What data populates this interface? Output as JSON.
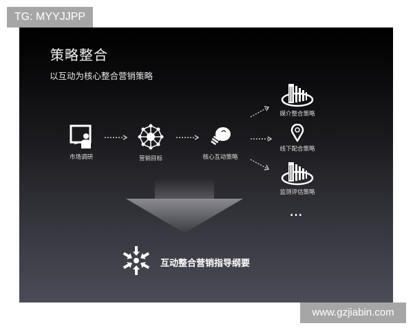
{
  "watermark_top": "TG: MYYJJPP",
  "watermark_bottom": "www.gzjiabin.com",
  "slide": {
    "title": "策略整合",
    "subtitle": "以互动为核心整合营销策略",
    "flow": [
      {
        "label": "市场调研",
        "icon": "presentation-teacher-icon"
      },
      {
        "label": "营销目标",
        "icon": "network-hub-icon"
      },
      {
        "label": "核心互动策略",
        "icon": "lightbulb-icon"
      }
    ],
    "branches": [
      {
        "label": "媒介整合策略",
        "icon": "media-buildings-icon"
      },
      {
        "label": "线下配合策略",
        "icon": "location-pin-icon"
      },
      {
        "label": "监测评估策略",
        "icon": "media-buildings-icon"
      }
    ],
    "more": "...",
    "result": "互动整合营销指导纲要"
  },
  "colors": {
    "slide_top": "#000000",
    "slide_bottom": "#4c4c58",
    "text": "#ffffff",
    "watermark_bg": "#a6a6a6"
  }
}
